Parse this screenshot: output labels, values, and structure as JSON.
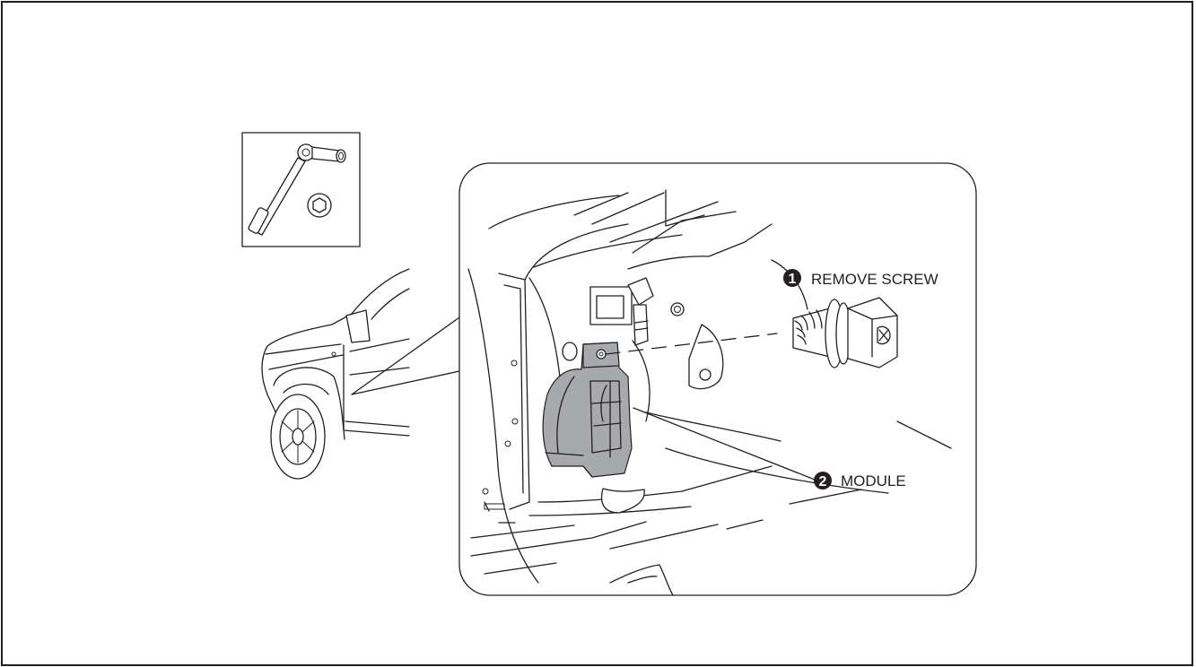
{
  "callouts": [
    {
      "number": "1",
      "label": "REMOVE SCREW"
    },
    {
      "number": "2",
      "label": "MODULE"
    }
  ],
  "colors": {
    "line": "#231f20",
    "component_fill": "#a7a9ac",
    "background": "#ffffff"
  },
  "icons": [
    "socket-wrench-icon",
    "hex-socket-icon"
  ]
}
